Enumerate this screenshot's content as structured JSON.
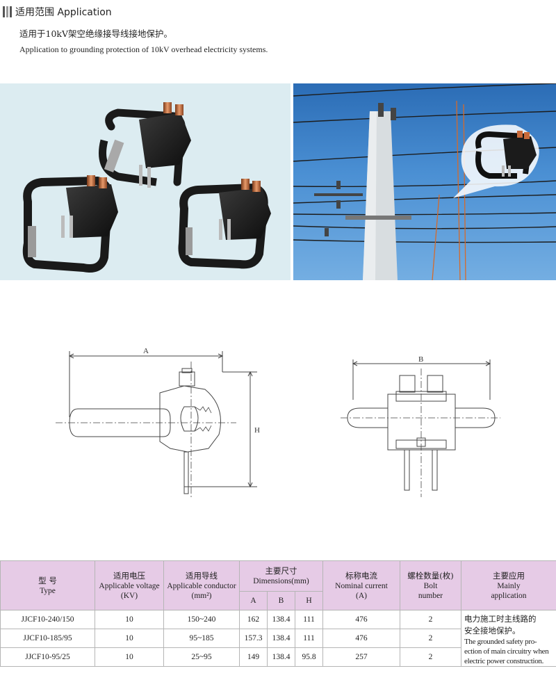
{
  "header": {
    "title": "适用范围 Application"
  },
  "intro": {
    "cn": "适用于10kV架空绝缘接导线接地保护。",
    "en": "Application to grounding protection of 10kV overhead electricity systems."
  },
  "diagrams": {
    "label_a": "A",
    "label_h": "H",
    "label_b": "B"
  },
  "table": {
    "headers": {
      "type_cn": "型  号",
      "type_en": "Type",
      "voltage_cn": "适用电压",
      "voltage_en": "Applicable voltage",
      "voltage_unit": "(KV)",
      "conductor_cn": "适用导线",
      "conductor_en": "Applicable conductor",
      "conductor_unit": "(mm²)",
      "dims_cn": "主要尺寸",
      "dims_en": "Dimensions(mm)",
      "dim_a": "A",
      "dim_b": "B",
      "dim_h": "H",
      "current_cn": "标称电流",
      "current_en": "Nominal current",
      "current_unit": "(A)",
      "bolts_cn": "螺栓数量(枚)",
      "bolts_en1": "Bolt",
      "bolts_en2": "number",
      "app_cn": "主要应用",
      "app_en1": "Mainly",
      "app_en2": "application"
    },
    "rows": [
      {
        "type": "JJCF10-240/150",
        "voltage": "10",
        "conductor": "150~240",
        "a": "162",
        "b": "138.4",
        "h": "111",
        "current": "476",
        "bolts": "2"
      },
      {
        "type": "JJCF10-185/95",
        "voltage": "10",
        "conductor": "95~185",
        "a": "157.3",
        "b": "138.4",
        "h": "111",
        "current": "476",
        "bolts": "2"
      },
      {
        "type": "JJCF10-95/25",
        "voltage": "10",
        "conductor": "25~95",
        "a": "149",
        "b": "138.4",
        "h": "95.8",
        "current": "257",
        "bolts": "2"
      }
    ],
    "application": {
      "cn_line1": "电力施工时主线路的",
      "cn_line2": "安全接地保护。",
      "en_line1": "The grounded safety pro-",
      "en_line2": "ection of main circuitry when",
      "en_line3": "electric power construction."
    }
  }
}
